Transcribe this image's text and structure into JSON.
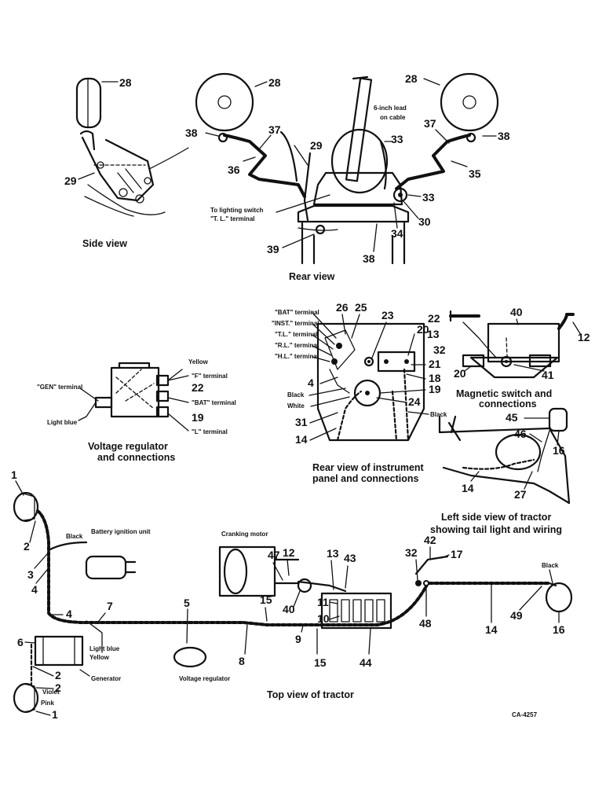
{
  "captions": {
    "side_view": "Side view",
    "rear_view": "Rear view",
    "regulator_1": "Voltage regulator",
    "regulator_2": "and connections",
    "instrument_1": "Rear view of instrument",
    "instrument_2": "panel and connections",
    "magnetic_1": "Magnetic switch and",
    "magnetic_2": "connections",
    "left_side_1": "Left side view of tractor",
    "left_side_2": "showing tail light and wiring",
    "top_view": "Top view of tractor",
    "figure_code": "CA-4257"
  },
  "labels": {
    "lead_1": "6-inch lead",
    "lead_2": "on cable",
    "lighting_1": "To lighting switch",
    "lighting_2": "\"T. L.\" terminal",
    "yellow": "Yellow",
    "f_terminal": "\"F\" terminal",
    "gen_terminal": "\"GEN\" terminal",
    "bat_terminal_reg": "\"BAT\" terminal",
    "light_blue": "Light blue",
    "l_terminal": "\"L\" terminal",
    "bat_terminal": "\"BAT\" terminal",
    "inst_terminal": "\"INST.\" terminal",
    "tl_terminal": "\"T.L.\" terminal",
    "rl_terminal": "\"R.L.\" terminal",
    "hl_terminal": "\"H.L.\" terminal",
    "black_inst": "Black",
    "white_inst": "White",
    "black_inst2": "Black",
    "battery_ignition": "Battery ignition unit",
    "cranking_motor": "Cranking motor",
    "black_top": "Black",
    "light_blue_top": "Light blue",
    "yellow_top": "Yellow",
    "generator": "Generator",
    "voltage_regulator": "Voltage regulator",
    "violet": "Violet",
    "pink": "Pink",
    "black_tail": "Black"
  },
  "callouts": [
    "28",
    "29",
    "28",
    "38",
    "37",
    "36",
    "29",
    "39",
    "38",
    "28",
    "37",
    "38",
    "35",
    "33",
    "30",
    "34",
    "22",
    "19",
    "26",
    "25",
    "23",
    "22",
    "20",
    "13",
    "32",
    "21",
    "18",
    "19",
    "24",
    "4",
    "31",
    "14",
    "40",
    "12",
    "20",
    "41",
    "45",
    "46",
    "16",
    "14",
    "27",
    "1",
    "2",
    "3",
    "4",
    "4",
    "7",
    "5",
    "6",
    "2",
    "2",
    "1",
    "8",
    "9",
    "15",
    "15",
    "44",
    "12",
    "47",
    "13",
    "43",
    "11",
    "10",
    "40",
    "42",
    "17",
    "32",
    "48",
    "14",
    "49",
    "16"
  ]
}
